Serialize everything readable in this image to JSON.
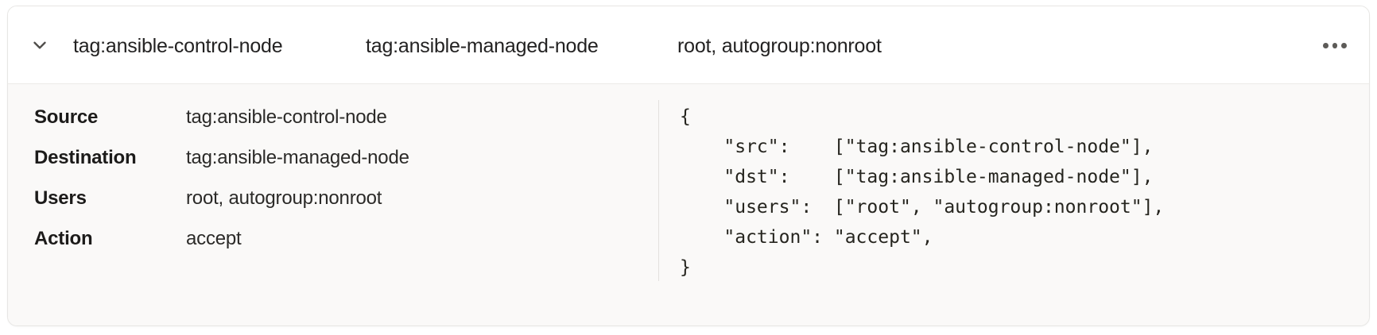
{
  "card": {
    "header": {
      "expand_icon": "chevron-down-icon",
      "columns": [
        "tag:ansible-control-node",
        "tag:ansible-managed-node",
        "root, autogroup:nonroot"
      ],
      "menu_icon": "ellipsis-horizontal-icon"
    },
    "details": {
      "rows": [
        {
          "label": "Source",
          "value": "tag:ansible-control-node"
        },
        {
          "label": "Destination",
          "value": "tag:ansible-managed-node"
        },
        {
          "label": "Users",
          "value": "root, autogroup:nonroot"
        },
        {
          "label": "Action",
          "value": "accept"
        }
      ]
    },
    "code": {
      "language": "json",
      "text": "{\n    \"src\":    [\"tag:ansible-control-node\"],\n    \"dst\":    [\"tag:ansible-managed-node\"],\n    \"users\":  [\"root\", \"autogroup:nonroot\"],\n    \"action\": \"accept\",\n}"
    }
  },
  "colors": {
    "card_background": "#ffffff",
    "body_background": "#faf9f8",
    "border": "#e7e6e4",
    "divider": "#e3e1de",
    "text_primary": "#1c1b1a",
    "text_secondary": "#2b2a28",
    "icon": "#5d5b58"
  }
}
